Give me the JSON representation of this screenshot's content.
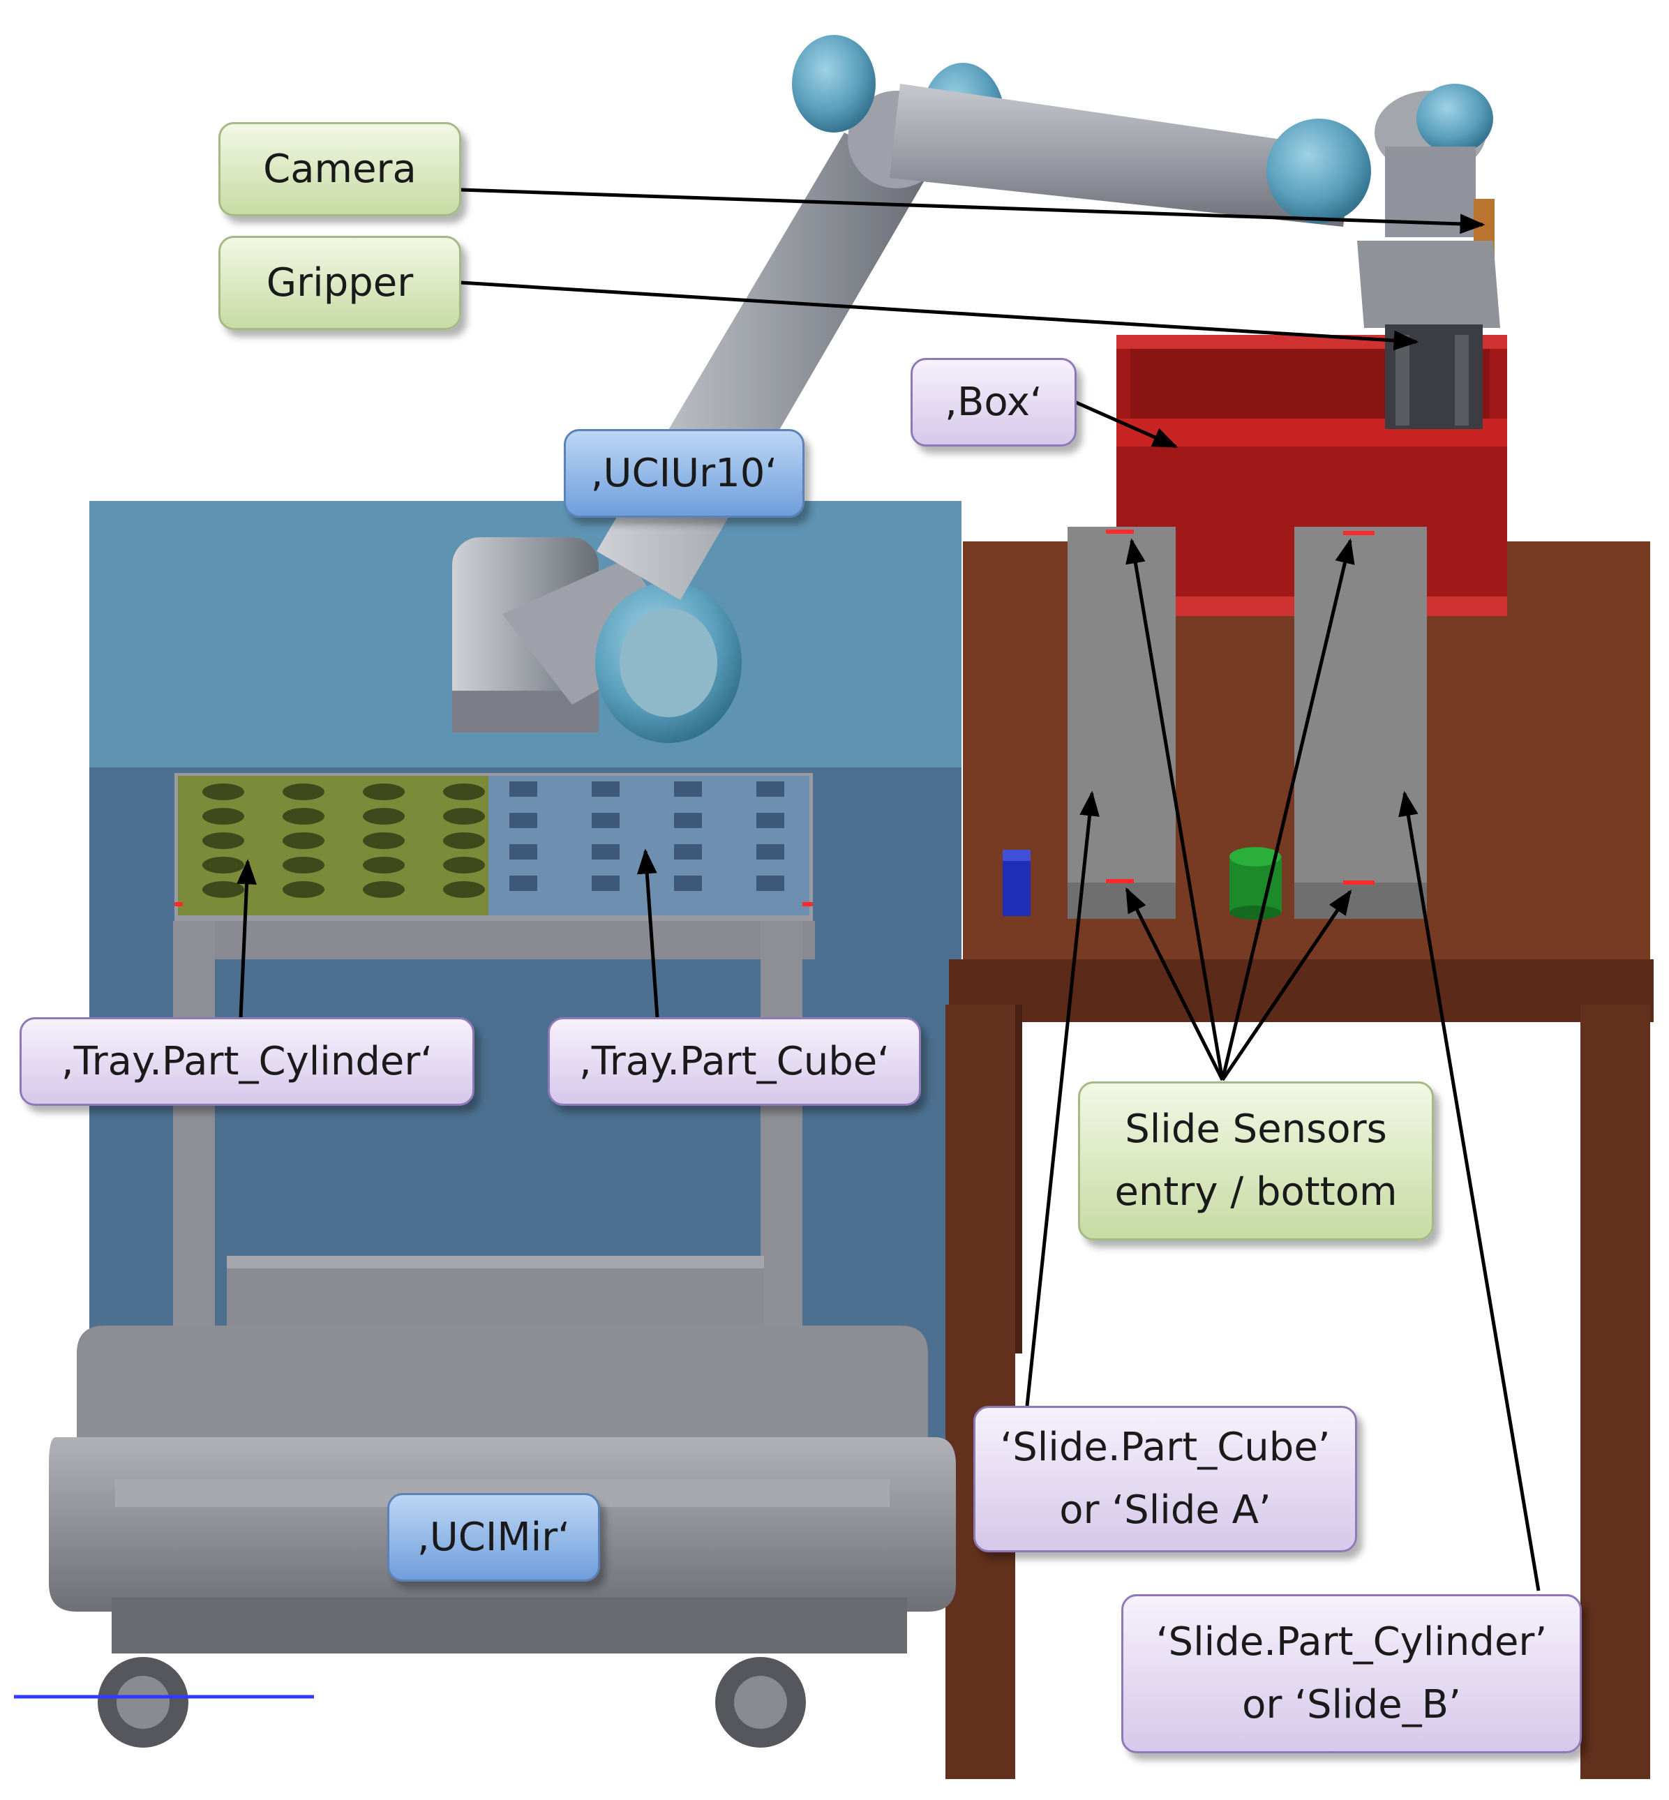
{
  "labels": {
    "camera": "Camera",
    "gripper": "Gripper",
    "box": ",Box‘",
    "ur10": ",UCIUr10‘",
    "tray_cylinder": ",Tray.Part_Cylinder‘",
    "tray_cube": ",Tray.Part_Cube‘",
    "slide_sensors_line1": "Slide Sensors",
    "slide_sensors_line2": "entry / bottom",
    "mir": ",UCIMir‘",
    "slide_cube_line1": "‘Slide.Part_Cube’",
    "slide_cube_line2": "or ‘Slide  A’",
    "slide_cyl_line1": "‘Slide.Part_Cylinder’",
    "slide_cyl_line2": "or ‘Slide_B’"
  },
  "colors": {
    "wall": "#5f93b2",
    "table_top": "#773a22",
    "table_legs": "#62301c",
    "box": "#b01c1c",
    "slide": "#848484",
    "robot_body": "#9a9ca4",
    "robot_joint": "#5fa3bf",
    "tray_cylinder": "#7b8b3a",
    "tray_cube": "#6f8fb0",
    "mir_body": "#8a8b92",
    "cube_part": "#1f2fb8",
    "cylinder_part": "#1d8a2a"
  }
}
